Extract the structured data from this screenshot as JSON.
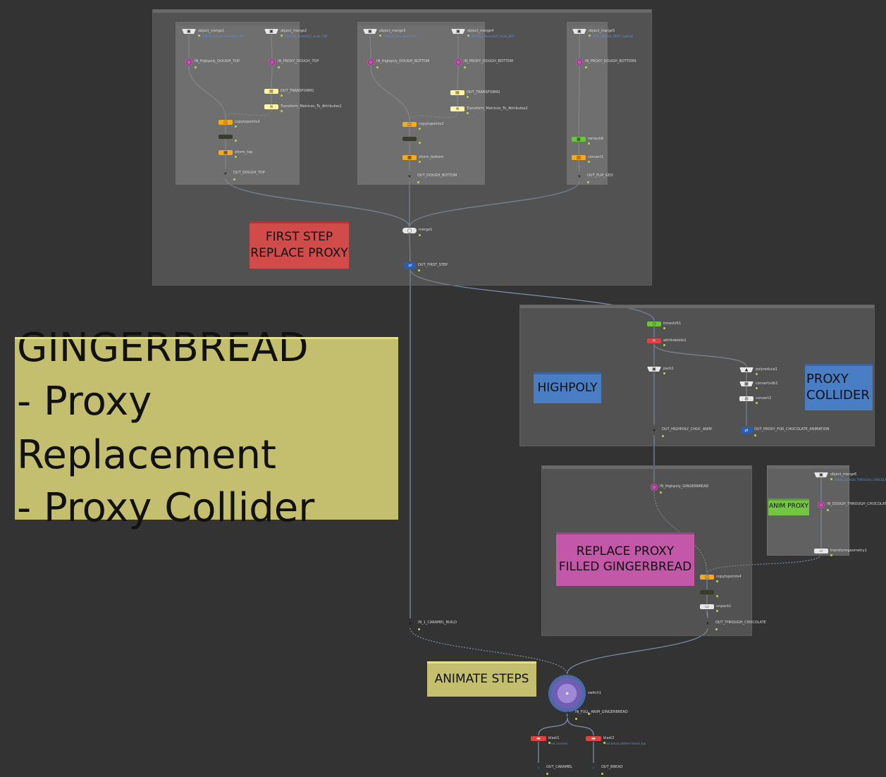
{
  "colors": {
    "background": "#333333",
    "wire": "#7b93ad",
    "sticky_red": "#d14b4b",
    "sticky_yellow": "#c4bf6f",
    "sticky_blue": "#4a7ec4",
    "sticky_pink": "#c357a8",
    "sticky_green": "#74c446",
    "node_yellow": "#fff4a6",
    "node_orange": "#f5a91c",
    "node_purple": "#a1308d",
    "node_black": "#111111",
    "node_blue": "#2a5fad",
    "node_red": "#e04141",
    "node_green": "#6cc63c",
    "node_white": "#e8e8e8",
    "node_dark": "#3b3b2c"
  },
  "stickies": {
    "first_step": [
      "FIRST STEP",
      "REPLACE PROXY"
    ],
    "gingerbread": [
      "GINGERBREAD",
      "- Proxy Replacement",
      "- Proxy Collider"
    ],
    "highpoly": "HIGHPOLY",
    "proxy_collider": [
      "PROXY",
      "COLLIDER"
    ],
    "replace_proxy": [
      "REPLACE PROXY",
      "FILLED GINGERBREAD"
    ],
    "anim_proxy": "ANIM PROXY",
    "animate_steps": "ANIMATE STEPS"
  },
  "nodes": {
    "om1": {
      "label": "object_merge1",
      "sub": "../DOUGH_Final/HIGHPOLY_TOP"
    },
    "om2": {
      "label": "object_merge2",
      "sub": "../DOUGH_Anim/OUT_Anim_TOP"
    },
    "om3": {
      "label": "object_merge3",
      "sub": "../DOUGH_Final/BOTTOM"
    },
    "om4": {
      "label": "object_merge4",
      "sub": "../DOUGH_Anim/OUT_Anim_BOT"
    },
    "om5": {
      "label": "object_merge5",
      "sub": "../FLIP_GINGER_DRIFT_SphColl"
    },
    "in_hp_top": {
      "label": "IN_Highpoly_DOUGH_TOP"
    },
    "in_px_top": {
      "label": "IN_PROXY_DOUGH_TOP"
    },
    "in_hp_bot": {
      "label": "IN_Highpoly_DOUGH_BOTTOM"
    },
    "in_px_bot": {
      "label": "IN_PROXY_DOUGH_BOTTOM"
    },
    "in_px_bot2": {
      "label": "IN_PROXY_DOUGH_BOTTOM1"
    },
    "out_tr1": {
      "label": "OUT_TRANSFORM1"
    },
    "tm_attr1": {
      "label": "Transform_Matrices_To_Attributes1"
    },
    "out_tr2": {
      "label": "OUT_TRANSFORM2"
    },
    "tm_attr2": {
      "label": "Transform_Matrices_To_Attributes2"
    },
    "copy1": {
      "label": "copytopoints3"
    },
    "copy2": {
      "label": "copytopoints2"
    },
    "dark1": {
      "label": ""
    },
    "dark2": {
      "label": ""
    },
    "xform_top": {
      "label": "xform_top"
    },
    "xform_bottom": {
      "label": "xform_bottom"
    },
    "out_top": {
      "label": "OUT_DOUGH_TOP"
    },
    "out_bottom": {
      "label": "OUT_DOUGH_BOTTOM"
    },
    "remesh": {
      "label": "remesh8"
    },
    "convert": {
      "label": "convert1"
    },
    "out_flip": {
      "label": "OUT_FLIP_GEO"
    },
    "merge": {
      "label": "merge1"
    },
    "out_first": {
      "label": "OUT_FIRST_STEP"
    },
    "timeshift": {
      "label": "timeshift1"
    },
    "attribdelete": {
      "label": "attribdelete1"
    },
    "pack": {
      "label": "pack1"
    },
    "polyreduce": {
      "label": "polyreduce1"
    },
    "convertvdb": {
      "label": "convertvdb1"
    },
    "convert2": {
      "label": "convert2"
    },
    "out_hp_anim": {
      "label": "OUT_HIGHPOLY_CHOC_ANIM"
    },
    "out_proxy_choc": {
      "label": "OUT_PROXY_FOR_CHOCOLATE_ANIMATION"
    },
    "in_hp_ginger": {
      "label": "IN_Highpoly_GINGERBREAD"
    },
    "om6": {
      "label": "object_merge6",
      "sub": "../FINAL_DOUGH_THROUGH_CHOCOLATE"
    },
    "in_dough_choc": {
      "label": "IN_DOUGH_THROUGH_CHOCOLATE"
    },
    "transform_ginger": {
      "label": "transformgeometry1"
    },
    "copy3": {
      "label": "copytopoints4"
    },
    "dark3": {
      "label": ""
    },
    "unpack": {
      "label": "unpack1"
    },
    "out_through_choc": {
      "label": "OUT_THROUGH_CHOCOLATE"
    },
    "in_caramel": {
      "label": "IN_1_CARAMEL_BUILD"
    },
    "switch": {
      "label": "switch1"
    },
    "in_full_anim": {
      "label": "IN_FULL_ANIM_GINGERBREAD"
    },
    "blast1": {
      "label": "blast1",
      "sub": "not caramel"
    },
    "blast2": {
      "label": "blast2",
      "sub": "not bread_bottom bread_top"
    },
    "out_caramel": {
      "label": "OUT_CARAMEL"
    },
    "out_bread": {
      "label": "OUT_BREAD"
    }
  }
}
